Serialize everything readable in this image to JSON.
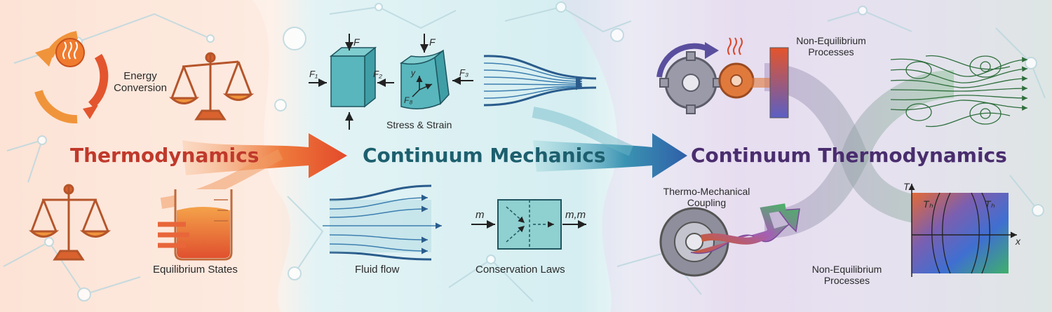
{
  "sections": [
    {
      "title": "Thermodynamics",
      "color": "#c0392b"
    },
    {
      "title": "Continuum Mechanics",
      "color": "#1d5f6e"
    },
    {
      "title": "Continuum Thermodynamics",
      "color": "#4a2d6e"
    }
  ],
  "labels": {
    "energy_conversion": [
      "Energy",
      "Conversion"
    ],
    "equilibrium_states": "Equilibrium States",
    "stress_strain": "Stress & Strain",
    "fluid_flow": "Fluid flow",
    "conservation_laws": "Conservation Laws",
    "non_eq_top": [
      "Non-Equilibrium",
      "Processes"
    ],
    "thermo_coupling": [
      "Thermo-Mechanical",
      "Coupling"
    ],
    "non_eq_bottom": [
      "Non-Equilibrium",
      "Processes"
    ]
  },
  "symbols": {
    "F": "F",
    "F1": "F₁",
    "F2": "F₂",
    "F3": "F₃",
    "F8": "F₈",
    "y": "y",
    "m_in": "m",
    "m_out": "m,m",
    "T": "T",
    "x": "x",
    "Th_left": "Tₕ",
    "Th_right": "Tₕ"
  },
  "colors": {
    "thermo_bg": "#fbe3d6",
    "mechanics_bg": "#d8eef2",
    "coupled_bg": "#e8dcef",
    "accent_green": "#d9efdc"
  },
  "icons": [
    "heat-cycle-icon",
    "balance-scale-icon",
    "beaker-icon",
    "stress-cube-icon",
    "flow-lines-icon",
    "control-volume-icon",
    "gears-icon",
    "twisted-arrow-icon",
    "vortex-flow-icon",
    "temperature-field-icon"
  ]
}
